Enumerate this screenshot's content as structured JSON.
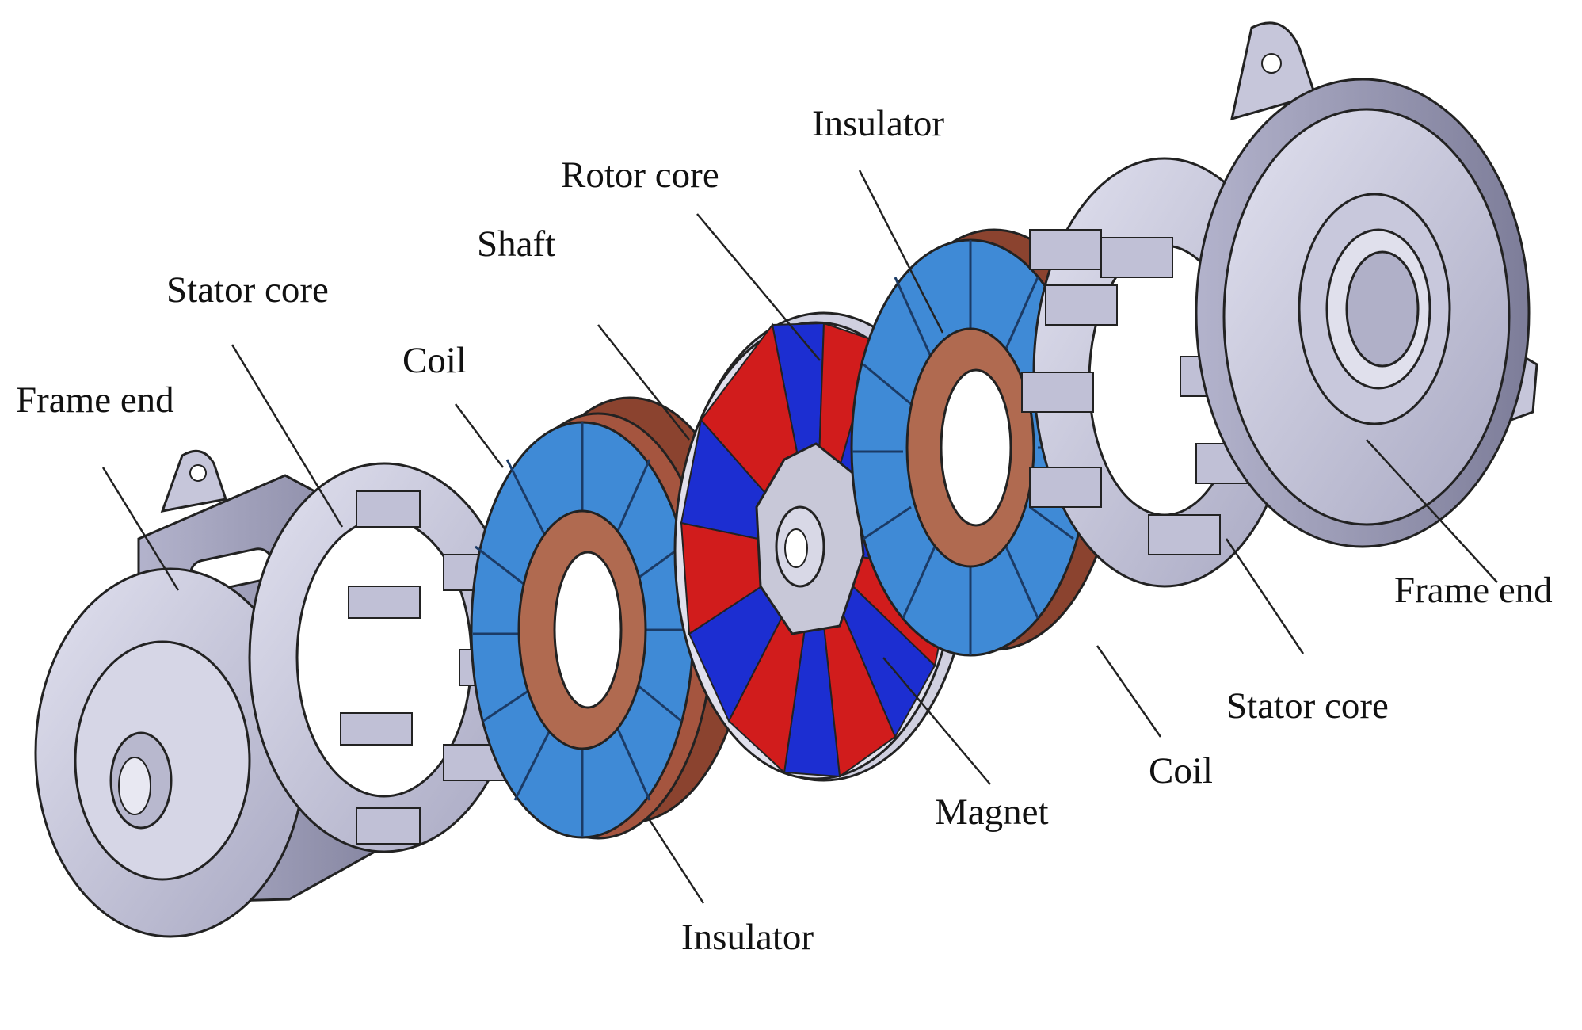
{
  "labels": {
    "frame_end_left": "Frame end",
    "stator_core_left": "Stator core",
    "coil_left": "Coil",
    "shaft": "Shaft",
    "rotor_core": "Rotor core",
    "insulator_top": "Insulator",
    "frame_end_right": "Frame end",
    "stator_core_right": "Stator core",
    "coil_right": "Coil",
    "magnet": "Magnet",
    "insulator_bottom": "Insulator"
  },
  "colors": {
    "metal": "#c8c8dc",
    "metal_dark": "#9d9db6",
    "coil_copper": "#a5553f",
    "insulator_blue": "#3f8ad6",
    "magnet_red": "#d11c1c",
    "magnet_blue": "#1c2ed1",
    "outline": "#222222"
  }
}
